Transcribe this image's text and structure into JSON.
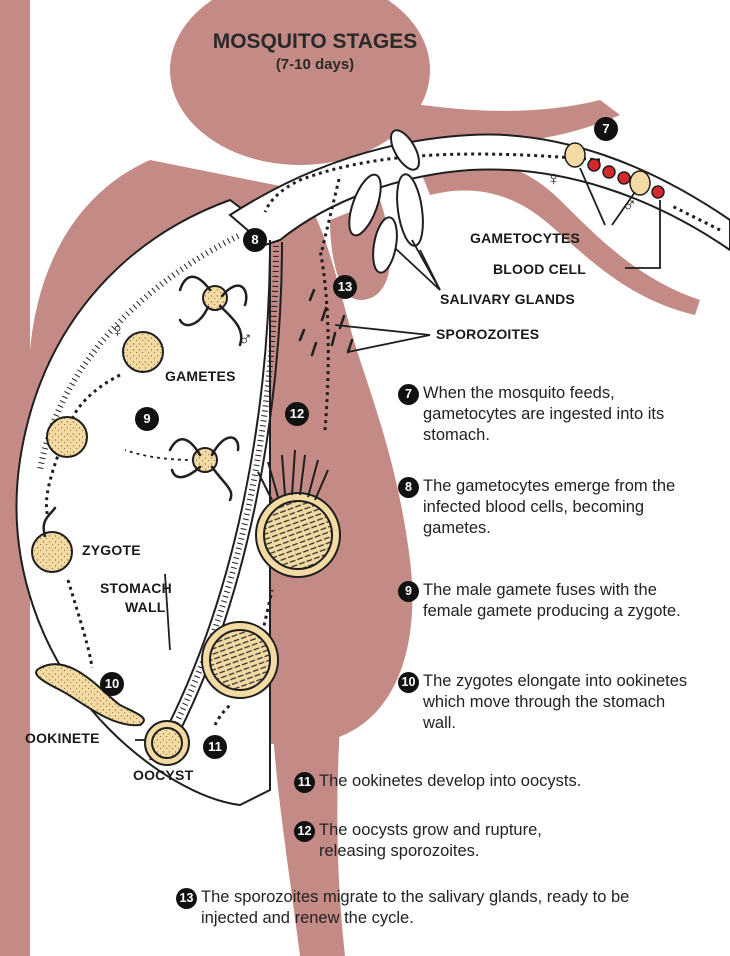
{
  "title": {
    "main": "MOSQUITO STAGES",
    "sub": "(7-10 days)"
  },
  "labels": {
    "gametocytes": "GAMETOCYTES",
    "blood_cell": "BLOOD CELL",
    "salivary_glands": "SALIVARY GLANDS",
    "sporozoites": "SPOROZOITES",
    "gametes": "GAMETES",
    "zygote": "ZYGOTE",
    "stomach_wall_1": "STOMACH",
    "stomach_wall_2": "WALL",
    "ookinete": "OOKINETE",
    "oocyst": "OOCYST"
  },
  "symbols": {
    "female": "♀",
    "male": "♂"
  },
  "markers": [
    "7",
    "8",
    "9",
    "10",
    "11",
    "12",
    "13"
  ],
  "steps": [
    {
      "num": "7",
      "text": "When the mosquito feeds, gametocytes are ingested into its stomach."
    },
    {
      "num": "8",
      "text": "The gametocytes emerge from the infected blood cells, becoming gametes."
    },
    {
      "num": "9",
      "text": "The male gamete fuses with the female gamete producing a zygote."
    },
    {
      "num": "10",
      "text": "The zygotes elongate into ookinetes which move through the stomach wall."
    },
    {
      "num": "11",
      "text": "The ookinetes develop into oocysts."
    },
    {
      "num": "12",
      "text": "The oocysts grow and rupture, releasing sporozoites."
    },
    {
      "num": "13",
      "text": "The sporozoites migrate to the salivary glands, ready to be injected and renew the cycle."
    }
  ],
  "colors": {
    "body": "#c48a86",
    "cell": "#f3dba3",
    "outline": "#1f1f1f",
    "red": "#d6262e"
  }
}
